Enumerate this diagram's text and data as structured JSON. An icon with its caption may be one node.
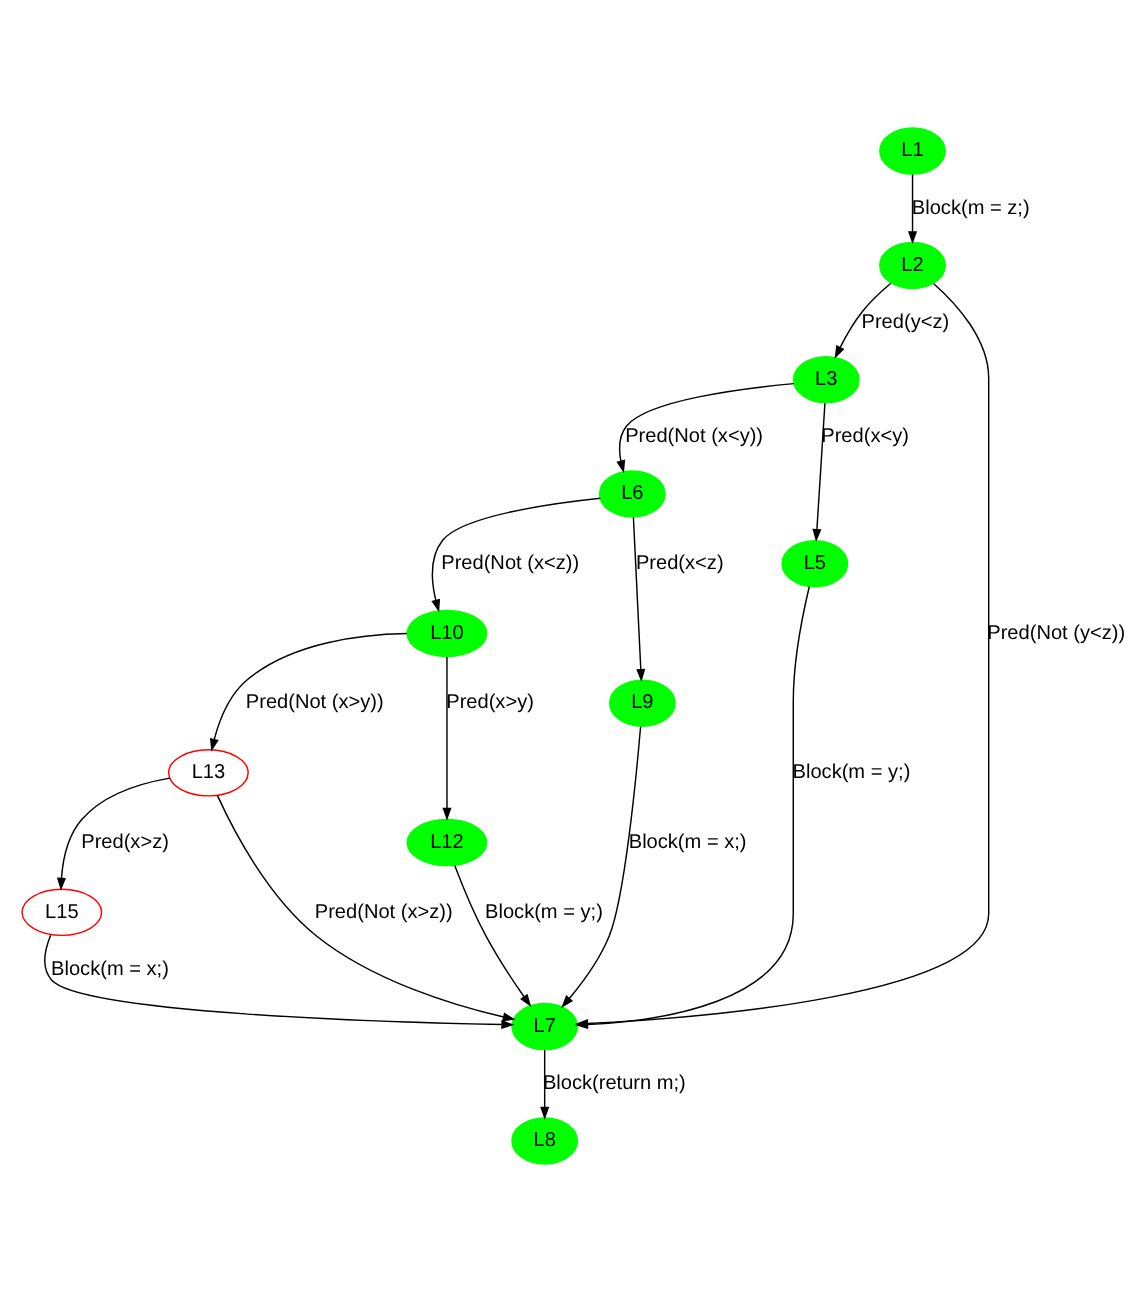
{
  "diagram": {
    "nodes": [
      {
        "text": [
          "L1"
        ]
      },
      {
        "text": [
          "L2"
        ]
      },
      {
        "text": [
          "L3"
        ]
      },
      {
        "text": [
          "L6"
        ]
      },
      {
        "text": [
          "L5"
        ]
      },
      {
        "text": [
          "L10"
        ]
      },
      {
        "text": [
          "L9"
        ]
      },
      {
        "text": [
          "L13"
        ]
      },
      {
        "text": [
          "L12"
        ]
      },
      {
        "text": [
          "L15"
        ]
      },
      {
        "text": [
          "L7"
        ]
      },
      {
        "text": [
          "L8"
        ]
      }
    ],
    "edges": [
      {
        "from": 0,
        "to": 1,
        "arrow": "to",
        "label": "Block(m = z;)"
      },
      {
        "from": 1,
        "to": 2,
        "arrow": "to",
        "label": "Pred(y<z)"
      },
      {
        "from": 1,
        "to": 10,
        "arrow": "to",
        "label": "Pred(Not (y<z))"
      },
      {
        "from": 2,
        "to": 3,
        "arrow": "to",
        "label": "Pred(Not (x<y))"
      },
      {
        "from": 2,
        "to": 4,
        "arrow": "to",
        "label": "Pred(x<y)"
      },
      {
        "from": 3,
        "to": 5,
        "arrow": "to",
        "label": "Pred(Not (x<z))"
      },
      {
        "from": 3,
        "to": 6,
        "arrow": "to",
        "label": "Pred(x<z)"
      },
      {
        "from": 4,
        "to": 10,
        "arrow": "to",
        "label": "Block(m = y;)"
      },
      {
        "from": 5,
        "to": 7,
        "arrow": "to",
        "label": "Pred(Not (x>y))"
      },
      {
        "from": 5,
        "to": 8,
        "arrow": "to",
        "label": "Pred(x>y)"
      },
      {
        "from": 6,
        "to": 10,
        "arrow": "to",
        "label": "Block(m = x;)"
      },
      {
        "from": 7,
        "to": 9,
        "arrow": "to",
        "label": "Pred(x>z)"
      },
      {
        "from": 7,
        "to": 10,
        "arrow": "to",
        "label": "Pred(Not (x>z))"
      },
      {
        "from": 8,
        "to": 10,
        "arrow": "to",
        "label": "Block(m = y;)"
      },
      {
        "from": 9,
        "to": 10,
        "arrow": "to",
        "label": "Block(m = x;)"
      },
      {
        "from": 10,
        "to": 11,
        "arrow": "to",
        "label": "Block(return m;)"
      }
    ]
  }
}
